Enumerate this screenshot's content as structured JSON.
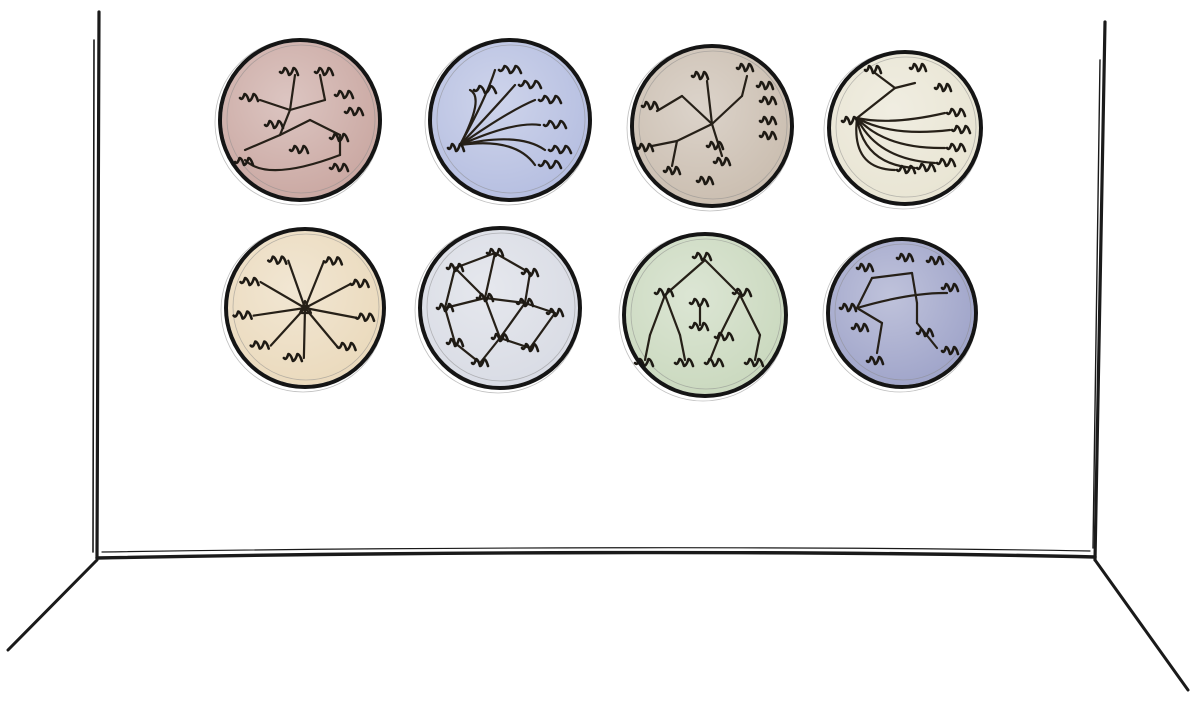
{
  "scene": {
    "subject": "room-with-wall-of-graph-discs",
    "disc_colors": [
      "#c9a6a0",
      "#b4bde0",
      "#c9bcae",
      "#e8e4d2",
      "#ead9bb",
      "#d8dbe4",
      "#c9d8bd",
      "#9da2c8"
    ],
    "disc_layouts": [
      "hub-and-ring",
      "fan-out",
      "tree",
      "fan-out-wide",
      "star",
      "mesh",
      "hierarchy",
      "branching"
    ]
  }
}
